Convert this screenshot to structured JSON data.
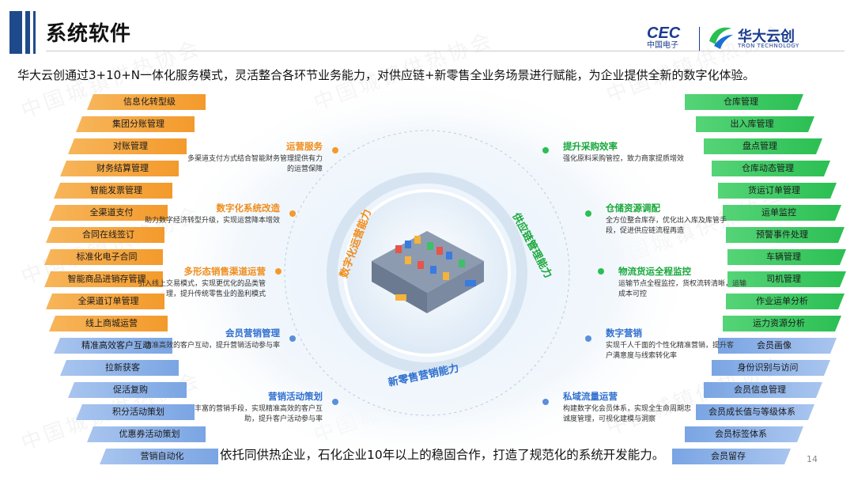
{
  "header": {
    "title": "系统软件",
    "logo_cec_text": "CEC",
    "logo_cec_sub": "中国电子",
    "logo_company_name": "华大云创",
    "logo_company_en": "TRON TECHNOLOGY"
  },
  "watermark_text": "中国城镇供热协会",
  "subtitle": "华大云创通过3+10+N一体化服务模式，灵活整合各环节业务能力，对供应链+新零售全业务场景进行赋能，为企业提供全新的数字化体验。",
  "left_tags_orange": [
    "信息化转型级",
    "集团分账管理",
    "对账管理",
    "财务结算管理",
    "智能发票管理",
    "全渠道支付",
    "合同在线签订",
    "标准化电子合同",
    "智能商品进销存管理",
    "全渠道订单管理",
    "线上商城运营"
  ],
  "left_tags_blue": [
    "精准高效客户互动",
    "拉新获客",
    "促活复购",
    "积分活动策划",
    "优惠券活动策划",
    "营销自动化"
  ],
  "right_tags_green": [
    "仓库管理",
    "出入库管理",
    "盘点管理",
    "仓库动态管理",
    "货运订单管理",
    "运单监控",
    "预警事件处理",
    "车辆管理",
    "司机管理",
    "作业运单分析",
    "运力资源分析"
  ],
  "right_tags_blue": [
    "会员画像",
    "身份识别与访问",
    "会员信息管理",
    "会员成长值与等级体系",
    "会员标签体系",
    "会员留存"
  ],
  "circle_labels": {
    "digital_ops": "数字化运营能力",
    "supply_chain": "供应链管理能力",
    "new_retail": "新零售营销能力"
  },
  "left_features": [
    {
      "title": "运营服务",
      "desc": "多渠道支付方式结合智能财务管理提供有力的运营保障",
      "color": "orange"
    },
    {
      "title": "数字化系统改造",
      "desc": "助力数字经济转型升级，实现运营降本增效",
      "color": "orange"
    },
    {
      "title": "多形态销售渠道运营",
      "desc": "引入线上交易模式，实现更优化的品类管理，提升传统零售业的盈利模式",
      "color": "orange"
    },
    {
      "title": "会员营销管理",
      "desc": "精准高效的客户互动，提升营销活动参与率",
      "color": "blue"
    },
    {
      "title": "营销活动策划",
      "desc": "丰富的营销手段，实现精准高效的客户互助，提升客户活动参与率",
      "color": "blue"
    }
  ],
  "right_features": [
    {
      "title": "提升采购效率",
      "desc": "强化原料采购管控，致力商家提质增效",
      "color": "green"
    },
    {
      "title": "仓储资源调配",
      "desc": "全方位整合库存，优化出入库及库管手段，促进供应链流程再造",
      "color": "green"
    },
    {
      "title": "物流货运全程监控",
      "desc": "运输节点全程监控，货权流转清晰，运输成本可控",
      "color": "green"
    },
    {
      "title": "数字营销",
      "desc": "实现千人千面的个性化精准营销，提升客户满意度与线索转化率",
      "color": "blue"
    },
    {
      "title": "私域流量运营",
      "desc": "构建数字化会员体系，实现全生命周期忠诚度管理，可视化建模与洞察",
      "color": "blue"
    }
  ],
  "footer": "依托同供热企业，石化企业10年以上的稳固合作，打造了规范化的系统开发能力。",
  "page_number": "14",
  "colors": {
    "orange": "#f39a2c",
    "green": "#2bbf53",
    "blue": "#7aa5e3",
    "title_blue": "#1e4a8c"
  }
}
